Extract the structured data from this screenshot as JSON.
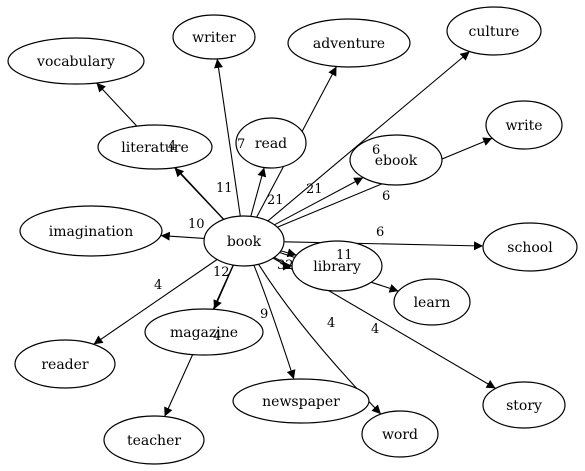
{
  "colors": {
    "stroke": "#000000",
    "fill": "#ffffff",
    "text": "#000000"
  },
  "nodes": {
    "book": "book",
    "vocabulary": "vocabulary",
    "writer": "writer",
    "adventure": "adventure",
    "culture": "culture",
    "write": "write",
    "literature": "literature",
    "read": "read",
    "ebook": "ebook",
    "imagination": "imagination",
    "school": "school",
    "library": "library",
    "learn": "learn",
    "reader": "reader",
    "magazine": "magazine",
    "newspaper": "newspaper",
    "story": "story",
    "word": "word",
    "teacher": "teacher"
  },
  "edges": [
    {
      "from": "book",
      "to": "vocabulary",
      "weight": "4"
    },
    {
      "from": "book",
      "to": "writer",
      "weight": "7"
    },
    {
      "from": "book",
      "to": "adventure",
      "weight": "21"
    },
    {
      "from": "book",
      "to": "culture",
      "weight": ""
    },
    {
      "from": "book",
      "to": "write",
      "weight": "6"
    },
    {
      "from": "book",
      "to": "literature",
      "weight": "11"
    },
    {
      "from": "book",
      "to": "read",
      "weight": "21"
    },
    {
      "from": "book",
      "to": "ebook",
      "weight": "6"
    },
    {
      "from": "book",
      "to": "imagination",
      "weight": "10"
    },
    {
      "from": "book",
      "to": "school",
      "weight": "6"
    },
    {
      "from": "book",
      "to": "library",
      "weight": "11"
    },
    {
      "from": "book",
      "to": "learn",
      "weight": ""
    },
    {
      "from": "book",
      "to": "reader",
      "weight": "4"
    },
    {
      "from": "book",
      "to": "magazine",
      "weight": "4"
    },
    {
      "from": "book",
      "to": "teacher",
      "weight": "12"
    },
    {
      "from": "book",
      "to": "newspaper",
      "weight": "9"
    },
    {
      "from": "book",
      "to": "word",
      "weight": "4"
    },
    {
      "from": "book",
      "to": "story",
      "weight": "4"
    },
    {
      "from": "book",
      "to": "library",
      "weight": "32"
    }
  ]
}
